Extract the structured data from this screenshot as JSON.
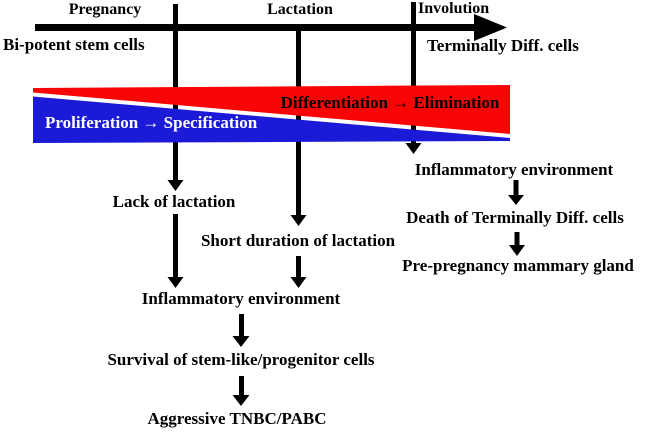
{
  "colors": {
    "band_red": "#fa0505",
    "band_blue": "#1b1bd7",
    "line_black": "#000000"
  },
  "timeline": {
    "phases": [
      "Pregnancy",
      "Lactation",
      "Involution"
    ],
    "start_label": "Bi-potent stem cells",
    "end_label": "Terminally Diff. cells"
  },
  "band": {
    "differentiation_label": "Differentiation → Elimination",
    "proliferation_label": "Proliferation → Specification"
  },
  "pathways": {
    "pregnancy_branch": "Lack of lactation",
    "lactation_branch": "Short duration of lactation",
    "involution_branch": [
      "Inflammatory environment",
      "Death of Terminally Diff. cells",
      "Pre-pregnancy mammary gland"
    ],
    "merged_branch": [
      "Inflammatory environment",
      "Survival of stem-like/progenitor cells",
      "Aggressive TNBC/PABC"
    ]
  }
}
